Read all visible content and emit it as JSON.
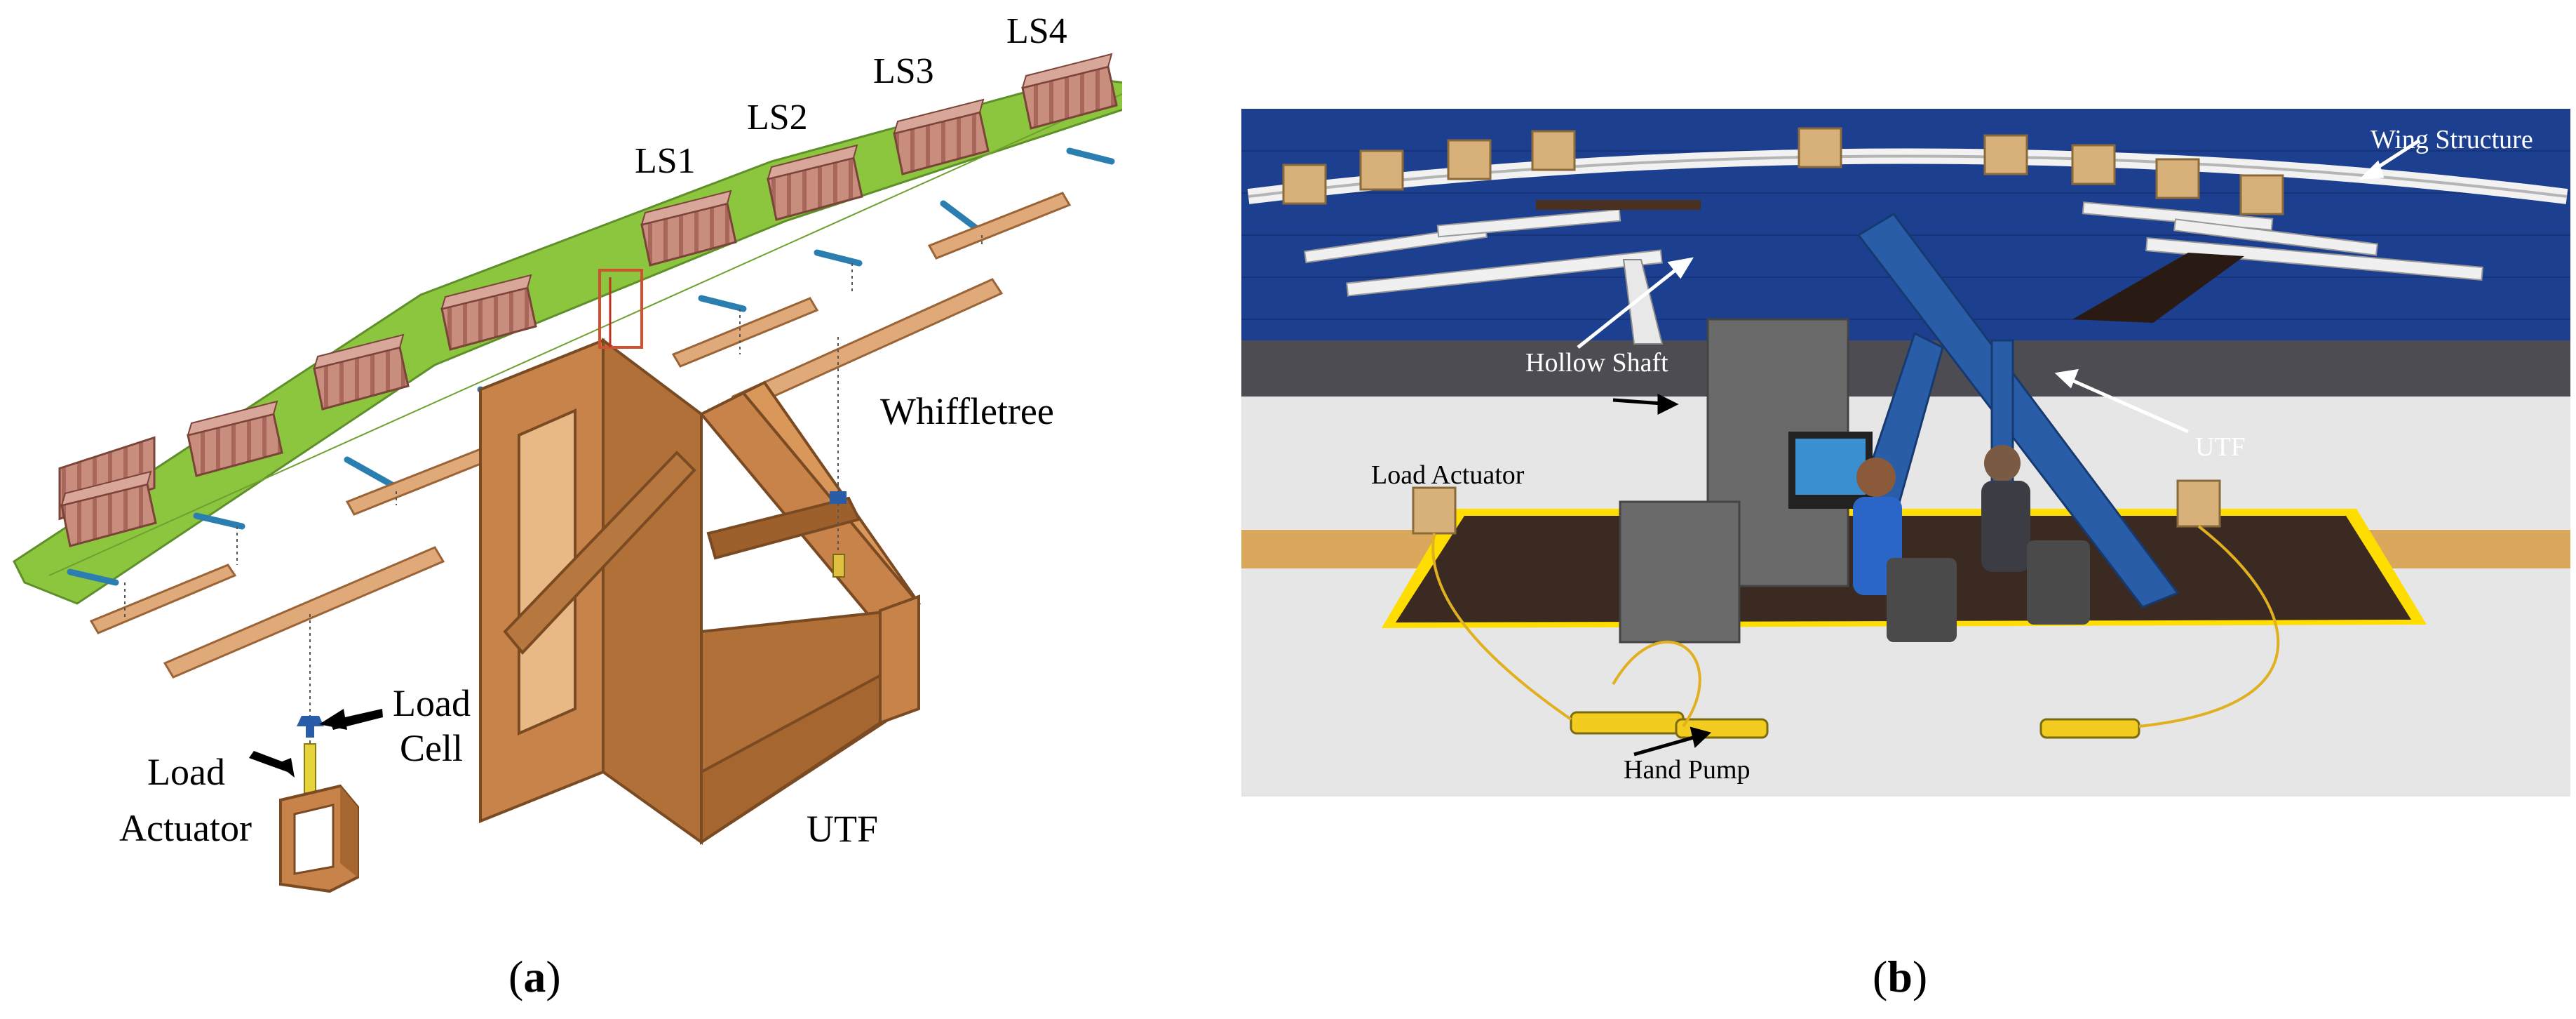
{
  "panel_a": {
    "labels": {
      "ls1": "LS1",
      "ls2": "LS2",
      "ls3": "LS3",
      "ls4": "LS4",
      "whiffletree": "Whiffletree",
      "load_cell_line1": "Load",
      "load_cell_line2": "Cell",
      "load_actuator_line1": "Load",
      "load_actuator_line2": "Actuator",
      "utf": "UTF"
    },
    "caption_open": "(",
    "caption_letter": "a",
    "caption_close": ")"
  },
  "panel_b": {
    "labels": {
      "wing_structure": "Wing Structure",
      "hollow_shaft": "Hollow Shaft",
      "utf": "UTF",
      "load_actuator": "Load Actuator",
      "hand_pump": "Hand Pump"
    },
    "caption_open": "(",
    "caption_letter": "b",
    "caption_close": ")"
  },
  "colors": {
    "wing_green": "#8cc63f",
    "block_red": "#c98d7e",
    "wood": "#c8834a",
    "steel_blue": "#1f4e8f",
    "wall_blue": "#1d3f8f",
    "floor": "#e6e6e6"
  }
}
